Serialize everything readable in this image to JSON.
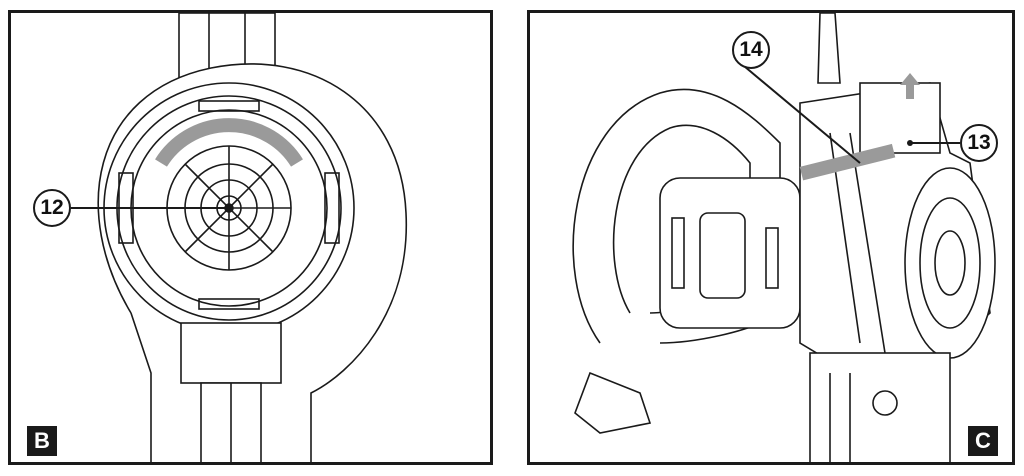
{
  "panels": [
    {
      "letter": "B",
      "callouts": [
        "12"
      ]
    },
    {
      "letter": "C",
      "callouts": [
        "14",
        "13"
      ]
    }
  ],
  "icons": [
    "blower-fan-housing",
    "blower-handle-housing",
    "brand-logo-plate"
  ],
  "colors": {
    "ink": "#1a1a1a",
    "shade": "#9a9a9a",
    "paper": "#ffffff"
  }
}
